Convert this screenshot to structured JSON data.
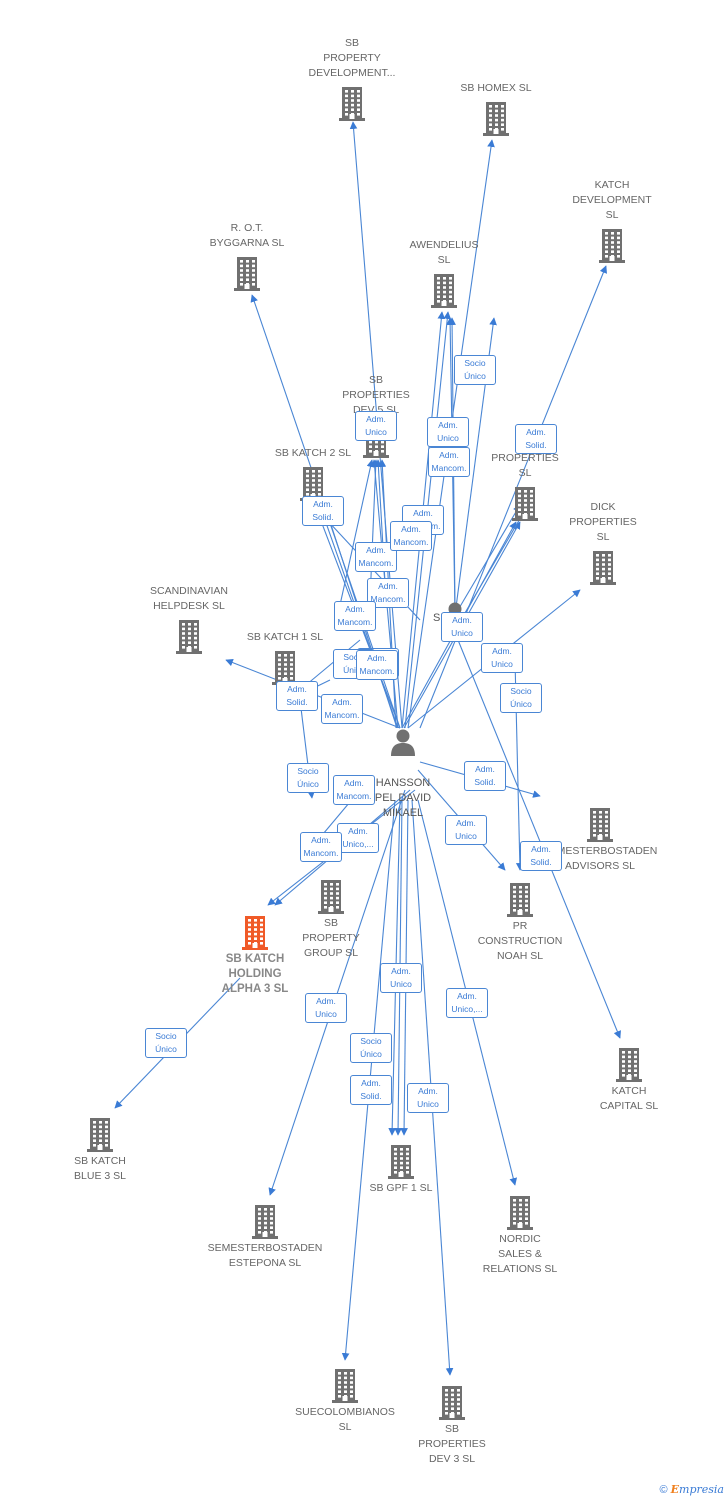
{
  "diagram": {
    "companies": [
      {
        "id": "sbpd",
        "label": "SB\nPROPERTY\nDEVELOPMENT..."
      },
      {
        "id": "homex",
        "label": "SB HOMEX  SL"
      },
      {
        "id": "katchdev",
        "label": "KATCH\nDEVELOPMENT\nSL"
      },
      {
        "id": "rot",
        "label": "R. O.T.\nBYGGARNA  SL"
      },
      {
        "id": "awend",
        "label": "AWENDELIUS\nSL"
      },
      {
        "id": "sbdev5",
        "label": "SB\nPROPERTIES\nDEV 5  SL"
      },
      {
        "id": "katch2",
        "label": "SB KATCH 2  SL"
      },
      {
        "id": "bprop",
        "label": "B\nPROPERTIES\nSL"
      },
      {
        "id": "dick",
        "label": "DICK\nPROPERTIES\nSL"
      },
      {
        "id": "scand",
        "label": "SCANDINAVIAN\nHELPDESK  SL"
      },
      {
        "id": "katch1",
        "label": "SB KATCH 1  SL"
      },
      {
        "id": "semadv",
        "label": "SEMESTERBOSTADEN\nADVISORS  SL"
      },
      {
        "id": "sbpg",
        "label": "SB\nPROPERTY\nGROUP  SL"
      },
      {
        "id": "prcon",
        "label": "PR\nCONSTRUCTION\nNOAH  SL"
      },
      {
        "id": "holding",
        "label": "SB KATCH\nHOLDING\nALPHA 3  SL",
        "focus": true
      },
      {
        "id": "katchcap",
        "label": "KATCH\nCAPITAL  SL"
      },
      {
        "id": "blue3",
        "label": "SB KATCH\nBLUE 3  SL"
      },
      {
        "id": "gpf1",
        "label": "SB GPF 1  SL"
      },
      {
        "id": "semest",
        "label": "SEMESTERBOSTADEN\nESTEPONA  SL"
      },
      {
        "id": "nordic",
        "label": "NORDIC\nSALES &\nRELATIONS  SL"
      },
      {
        "id": "sueco",
        "label": "SUECOLOMBIANOS\nSL"
      },
      {
        "id": "sbdev3",
        "label": "SB\nPROPERTIES\nDEV 3  SL"
      }
    ],
    "persons": [
      {
        "id": "hansson",
        "label": "Hansson\nPel David\nMikael"
      },
      {
        "id": "sbai",
        "label": "Sbai  ...f"
      }
    ],
    "relations": [
      "Socio\nÚnico",
      "Adm.\nUnico",
      "Adm.\nUnico",
      "Adm.\nMancom.",
      "Adm.\nSolid.",
      "Adm.\nMancom.",
      "Adm.\nSolid.",
      "Adm.\nMancom.",
      "Adm.\nMancom.",
      "Adm.\nMancom.",
      "Adm.\nMancom.",
      "Adm.\nMancom.",
      "Adm.\nUnico",
      "Socio\nÚnico",
      "Adm.\nMancom.",
      "Adm.\nUnico",
      "Adm.\nSolid.",
      "Socio\nÚnico",
      "Adm.\nMancom.",
      "Socio\nÚnico",
      "Adm.\nMancom.",
      "Adm.\nUnico,...",
      "Adm.\nMancom.",
      "Adm.\nSolid.",
      "Adm.\nUnico",
      "Adm.\nSolid.",
      "Socio\nÚnico",
      "Adm.\nUnico",
      "Adm.\nUnico",
      "Adm.\nUnico,...",
      "Socio\nÚnico",
      "Adm.\nSolid.",
      "Adm.\nUnico"
    ]
  },
  "colors": {
    "accent": "#3a7bd5",
    "building": "#707070",
    "focus": "#f05a28"
  },
  "footer": {
    "copyright": "©",
    "brand_e": "E",
    "brand_rest": "mpresia"
  }
}
